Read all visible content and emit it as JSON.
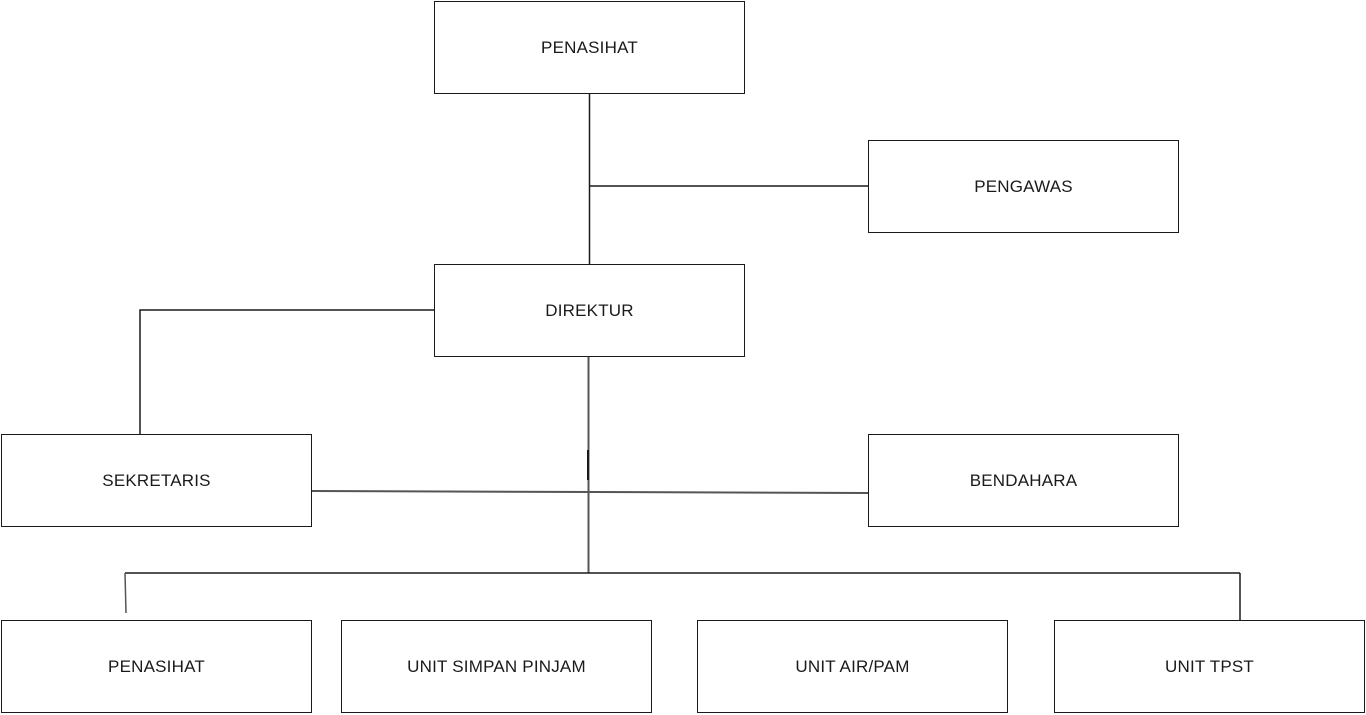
{
  "nodes": {
    "penasihat_top": "PENASIHAT",
    "pengawas": "PENGAWAS",
    "direktur": "DIREKTUR",
    "sekretaris": "SEKRETARIS",
    "bendahara": "BENDAHARA",
    "units": [
      "PENASIHAT",
      "UNIT SIMPAN PINJAM",
      "UNIT AIR/PAM",
      "UNIT TPST"
    ]
  },
  "colors": {
    "line": "#1a1a1a",
    "line_secondary": "#555555",
    "box_border": "#1a1a1a",
    "background": "#ffffff"
  }
}
